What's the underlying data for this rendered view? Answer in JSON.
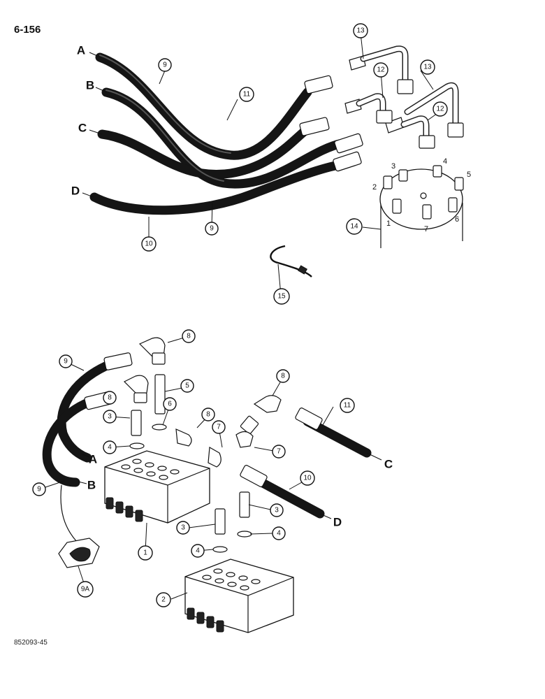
{
  "header": {
    "page_number": "6-156"
  },
  "footer": {
    "drawing_code": "852093-45"
  },
  "callouts": {
    "c1": "1",
    "c2": "2",
    "c3a": "3",
    "c3b": "3",
    "c3c": "3",
    "c4a": "4",
    "c4b": "4",
    "c4c": "4",
    "c5": "5",
    "c6": "6",
    "c7a": "7",
    "c7b": "7",
    "c8a": "8",
    "c8b": "8",
    "c8c": "8",
    "c8d": "8",
    "c9a": "9",
    "c9b": "9",
    "c9c": "9",
    "c9d": "9",
    "c9A": "9A",
    "c10a": "10",
    "c10b": "10",
    "c11a": "11",
    "c11b": "11",
    "c12a": "12",
    "c12b": "12",
    "c13a": "13",
    "c13b": "13",
    "c14": "14",
    "c15": "15"
  },
  "hose_letters": {
    "top_A": "A",
    "top_B": "B",
    "top_C": "C",
    "top_D": "D",
    "bot_A": "A",
    "bot_B": "B",
    "bot_C": "C",
    "bot_D": "D"
  },
  "swivel_ports": {
    "p1": "1",
    "p2": "2",
    "p3": "3",
    "p4": "4",
    "p5": "5",
    "p6": "6",
    "p7": "7"
  }
}
